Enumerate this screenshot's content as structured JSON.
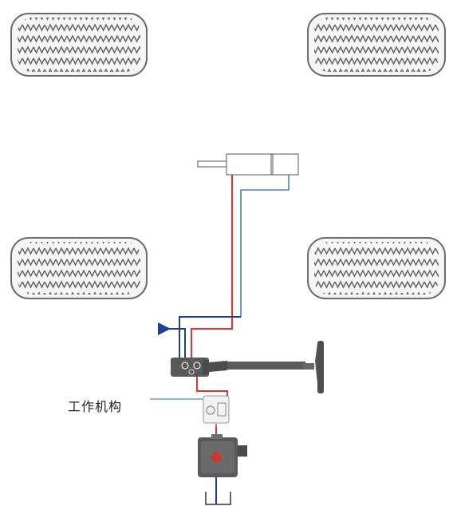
{
  "diagram": {
    "label": "工作机构",
    "colors": {
      "pressure_line": "#e2342a",
      "return_line": "#1f3f95",
      "actuator_line": "#4a7fd4",
      "signal_line": "#5ba3e6",
      "component": "#5a5a5a",
      "tire_outline": "#6b6b6b",
      "tire_fill": "#f6f6f6"
    },
    "components": [
      "tire-front-left",
      "tire-front-right",
      "tire-rear-left",
      "tire-rear-right",
      "steering-cylinder",
      "steering-valve",
      "steering-column",
      "steering-wheel",
      "priority-valve",
      "hydraulic-pump",
      "oil-tank"
    ]
  }
}
